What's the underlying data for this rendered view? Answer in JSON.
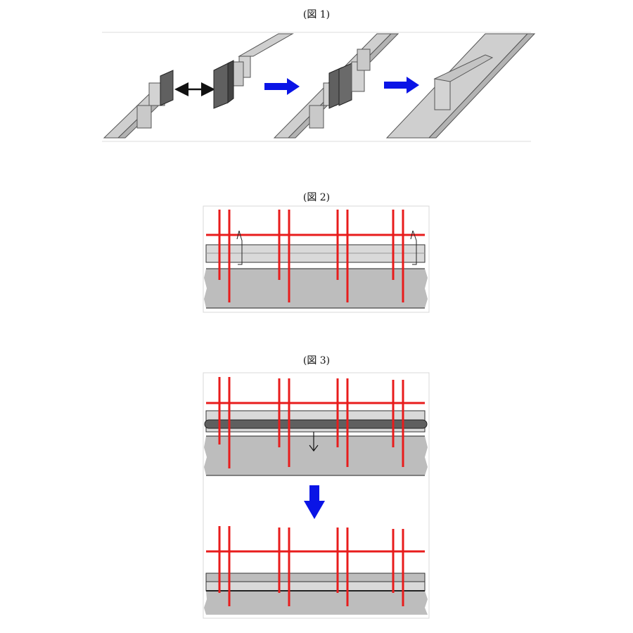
{
  "figure1": {
    "caption": "(図 1)"
  },
  "figure2": {
    "caption": "(図 2)"
  },
  "figure3": {
    "caption": "(図 3)"
  },
  "colors": {
    "rebar": "#e81c1c",
    "arrow_blue": "#0a14e6",
    "concrete": "#bdbdbd",
    "board": "#d9d9d9",
    "dark_pipe": "#5f5f5f"
  }
}
